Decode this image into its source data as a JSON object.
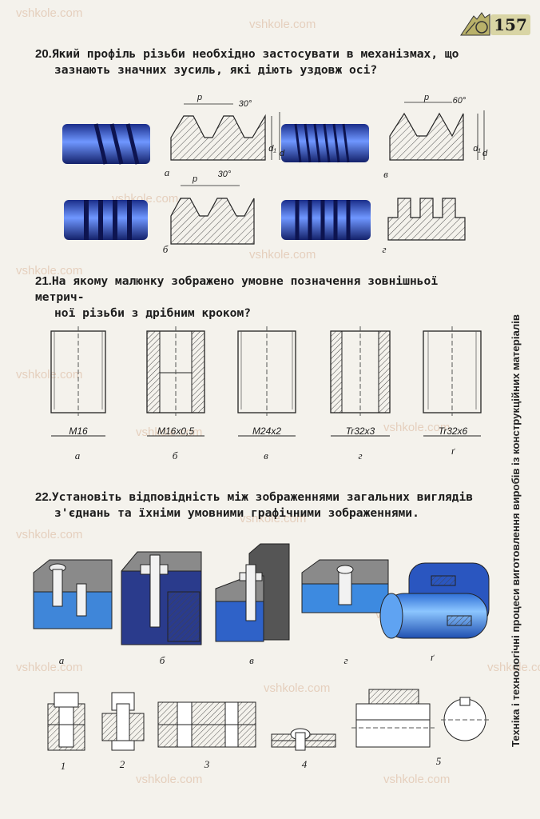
{
  "header": {
    "page_number": "157"
  },
  "sidebar": {
    "text": "Техніка і технологічні процеси виготовлення виробів із конструкційних матеріалів"
  },
  "q20": {
    "num": "20.",
    "line1": "Який профіль різьби необхідно застосувати в механізмах, що",
    "line2": "зазнають значних зусиль, які діють уздовж осі?"
  },
  "q20_fig": {
    "a": "а",
    "b": "б",
    "v": "в",
    "g": "г",
    "p": "p",
    "ang30": "30°",
    "ang30b": "30°",
    "ang60": "60°",
    "d1": "d₁",
    "d": "d"
  },
  "q21": {
    "num": "21.",
    "line1": "На якому малюнку зображено умовне позначення зовнішньої метрич-",
    "line2": "ної різьби з дрібним кроком?"
  },
  "q21_fig": {
    "items": [
      {
        "dim": "M16",
        "letter": "а"
      },
      {
        "dim": "M16x0,5",
        "letter": "б"
      },
      {
        "dim": "M24x2",
        "letter": "в"
      },
      {
        "dim": "Tr32x3",
        "letter": "г"
      },
      {
        "dim": "Tr32x6",
        "letter": "ґ"
      }
    ]
  },
  "q22": {
    "num": "22.",
    "line1": "Установіть відповідність між зображеннями загальних виглядів",
    "line2": "з'єднань та їхніми умовними графічними зображеннями."
  },
  "q22_fig": {
    "top_letters": [
      "а",
      "б",
      "в",
      "г",
      "ґ"
    ],
    "bottom_numbers": [
      "1",
      "2",
      "3",
      "4",
      "5"
    ]
  },
  "watermark": "vshkole.com",
  "colors": {
    "blue": "#3d6fd1",
    "gray": "#8a8a8a",
    "plate": "#ded6a8"
  }
}
